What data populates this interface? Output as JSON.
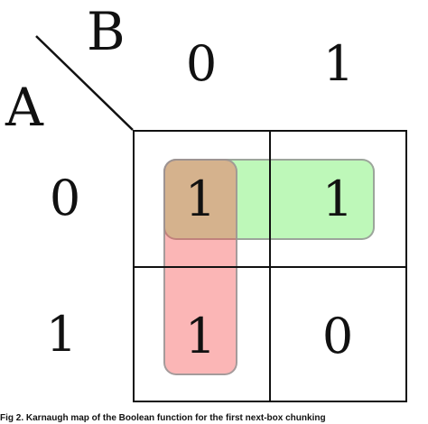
{
  "variables": {
    "row_var": "A",
    "col_var": "B"
  },
  "column_headers": [
    "0",
    "1"
  ],
  "row_headers": [
    "0",
    "1"
  ],
  "cells": [
    [
      "1",
      "1"
    ],
    [
      "1",
      "0"
    ]
  ],
  "groups": [
    {
      "cells": "row A=0 (both cells)",
      "color": "#6ef064"
    },
    {
      "cells": "column B=0 (both cells)",
      "color": "#f55050"
    }
  ],
  "caption": "Fig 2. Karnaugh map of the Boolean function for the first next-box chunking"
}
